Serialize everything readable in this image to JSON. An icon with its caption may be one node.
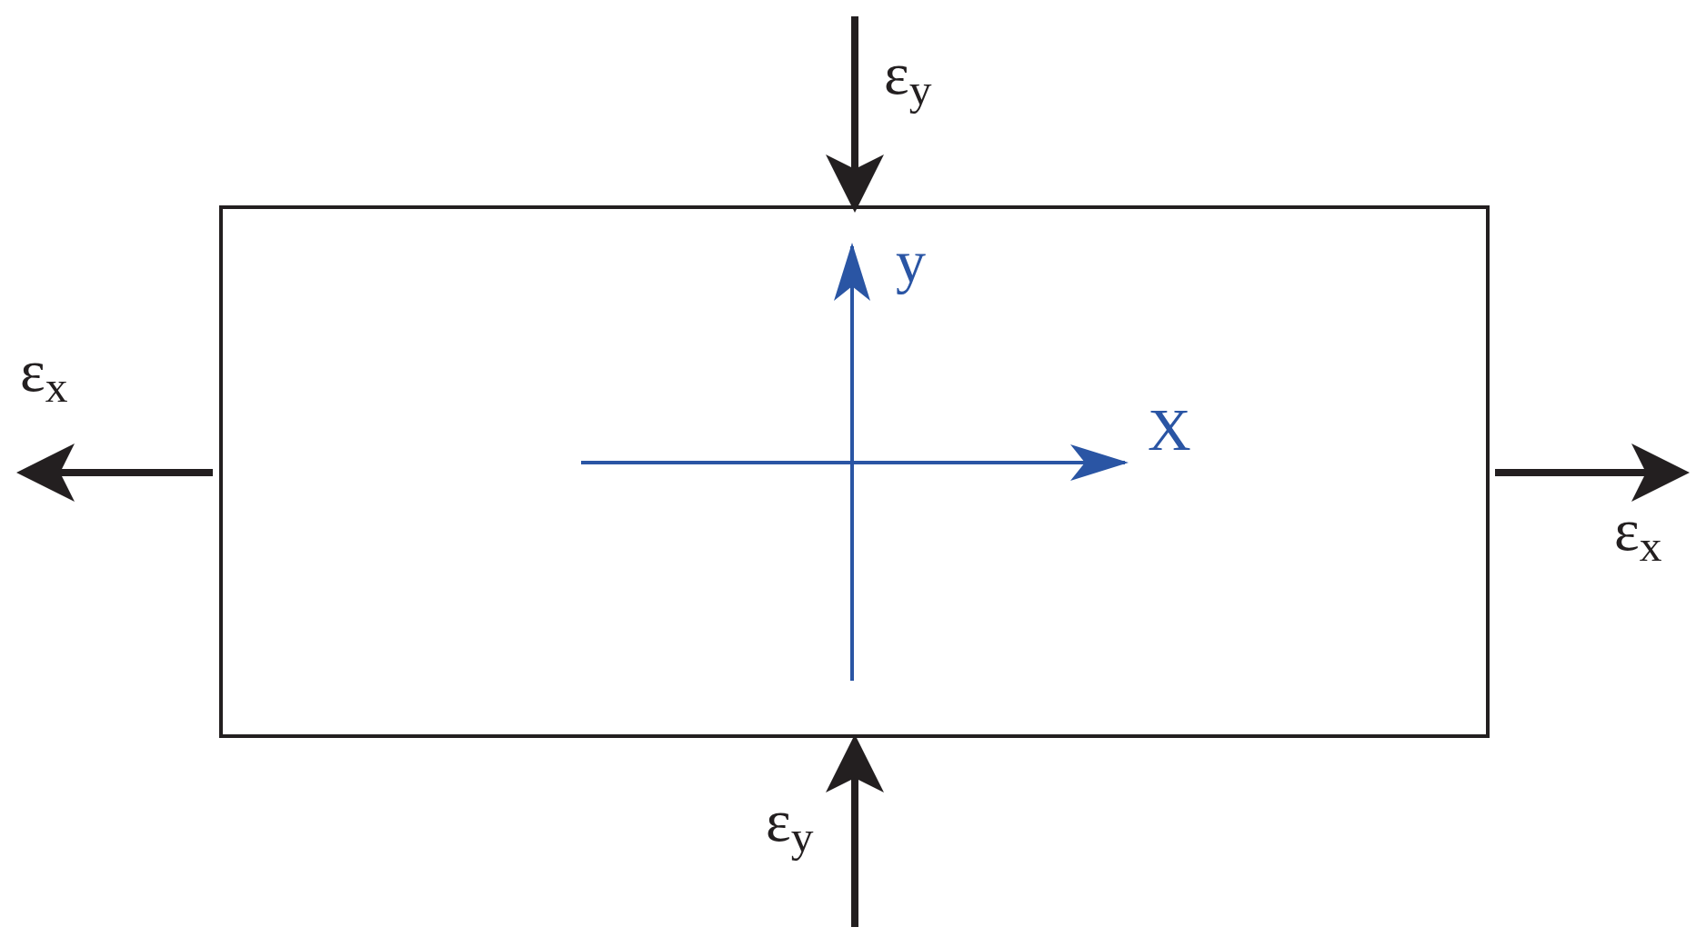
{
  "diagram": {
    "nodes": [
      {
        "text": [],
        "shape": "box"
      }
    ],
    "labels": [
      "ε$_{y}$",
      "y",
      "ε$_{x}$",
      "X",
      "ε$_{x}$",
      "ε$_{y}$"
    ]
  }
}
